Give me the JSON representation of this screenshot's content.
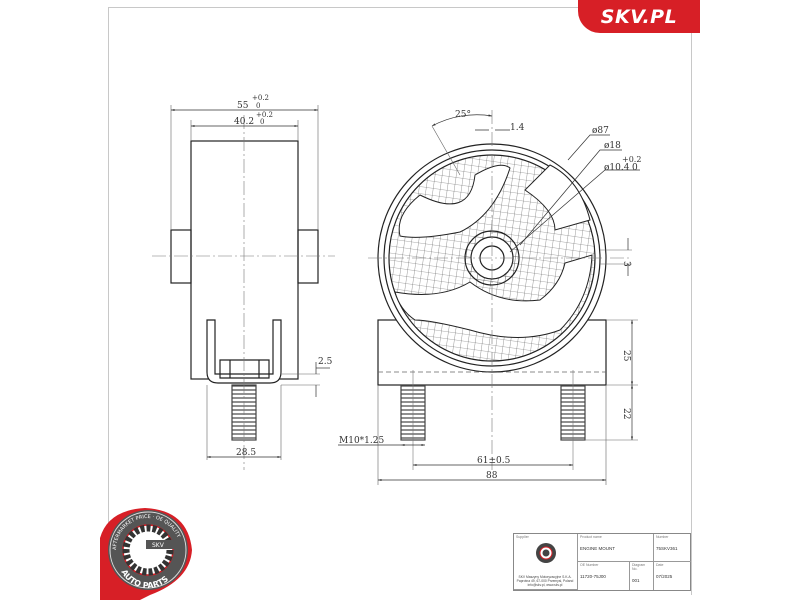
{
  "brand": {
    "label": "SKV.PL",
    "color": "#d71f26"
  },
  "badge": {
    "ring_text_top": "AFTERMARKET PRICE · OE QUALITY",
    "center_text": "SKV",
    "ring_text_bottom": "AUTO PARTS"
  },
  "side_view": {
    "dim_outer_width": "55",
    "dim_outer_tol_upper": "+0.2",
    "dim_outer_tol_lower": "0",
    "dim_inner_width": "40.2",
    "dim_inner_tol_upper": "+0.2",
    "dim_inner_tol_lower": "0",
    "dim_plate_thickness": "2.5",
    "dim_bracket_width": "28.5"
  },
  "front_view": {
    "dim_angle": "25°",
    "dim_offset": "1.4",
    "dim_outer_diameter": "ø87",
    "dim_hub_diameter": "ø18",
    "dim_bore_diameter": "ø10.4",
    "dim_bore_tol_upper": "+0.2",
    "dim_bore_tol_lower": "0",
    "dim_center_offset": "3",
    "dim_base_height": "25",
    "dim_stud_length": "22",
    "dim_thread": "M10*1.25",
    "dim_stud_spacing": "61±0.5",
    "dim_base_width": "88"
  },
  "title_block": {
    "supplier_label": "Supplier",
    "company_lines": [
      "SKV Maszyny Motoryzacyjne S.K.A.",
      "Paprotna 49, 67-000 Przemysl, Poland",
      "info@skv.pl, www.skv.pl"
    ],
    "product_name_label": "Product name",
    "product_name": "ENGINE MOUNT",
    "number_label": "Number",
    "number": "75SKV361",
    "oe_number_label": "OE Number",
    "oe_number": "11720-75J00",
    "diagram_no_label": "Diagram No.",
    "diagram_no": "001",
    "date_label": "Date",
    "date": "07/2025"
  }
}
